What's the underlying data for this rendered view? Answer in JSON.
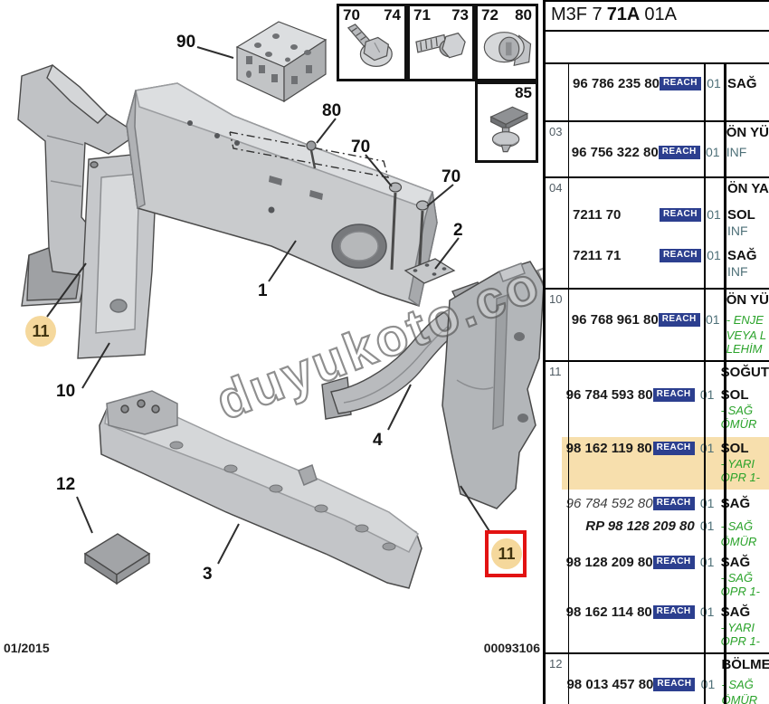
{
  "watermark": {
    "text": "duyukoto.com"
  },
  "footer": {
    "date": "01/2015",
    "doc": "00093106"
  },
  "colors": {
    "highlight_row": "#f7dfad",
    "balloon_yellow": "#f5d89c",
    "red_marker": "#e21212",
    "reach_badge": "#2c3f8f",
    "green_note": "#2ba32b",
    "teal_text": "#4e7078"
  },
  "legend": {
    "boxes": [
      {
        "tl": "70",
        "tr": "74",
        "icon": "bolt-washer"
      },
      {
        "tl": "71",
        "tr": "73",
        "icon": "hex-bolt"
      },
      {
        "tl": "72",
        "tr": "80",
        "icon": "grommet-clip"
      },
      {
        "tl": "",
        "tr": "85",
        "icon": "push-clip"
      }
    ]
  },
  "diagram": {
    "callouts": {
      "c90": "90",
      "c80": "80",
      "c70a": "70",
      "c70b": "70",
      "c2": "2",
      "c1": "1",
      "c11_left": "11",
      "c10": "10",
      "c4": "4",
      "c12": "12",
      "c3": "3",
      "c11_right": "11"
    }
  },
  "table": {
    "header_code": {
      "prefix": "M3F 7",
      "bold": "71A",
      "suffix": "01A"
    },
    "reach_label": "REACH",
    "rows": [
      {
        "num": "",
        "title": "",
        "items": [
          {
            "part": "96 786 235 80",
            "reach": true,
            "qty": "01",
            "desc": [
              {
                "t": "SAĞ",
                "s": "b"
              }
            ]
          }
        ]
      },
      {
        "num": "03",
        "title": "ÖN YÜ",
        "items": [
          {
            "part": "96 756 322 80",
            "reach": true,
            "qty": "01",
            "desc": [
              {
                "t": "INF",
                "s": "t"
              }
            ]
          }
        ]
      },
      {
        "num": "04",
        "title": "ÖN YA",
        "items": [
          {
            "part": "7211 70",
            "reach": true,
            "qty": "01",
            "desc": [
              {
                "t": "SOL",
                "s": "b"
              },
              {
                "t": "INF",
                "s": "t"
              }
            ]
          },
          {
            "part": "7211 71",
            "reach": true,
            "qty": "01",
            "desc": [
              {
                "t": "SAĞ",
                "s": "b"
              },
              {
                "t": "INF",
                "s": "t"
              }
            ]
          }
        ]
      },
      {
        "num": "10",
        "title": "ÖN YÜ",
        "items": [
          {
            "part": "96 768 961 80",
            "reach": true,
            "qty": "01",
            "desc": [
              {
                "t": "- ENJE",
                "s": "g"
              },
              {
                "t": "VEYA L",
                "s": "g"
              },
              {
                "t": "LEHİM",
                "s": "g"
              }
            ]
          }
        ]
      },
      {
        "num": "11",
        "title": "SOĞUT",
        "items": [
          {
            "part": "96 784 593 80",
            "reach": true,
            "qty": "01",
            "desc": [
              {
                "t": "SOL",
                "s": "b"
              },
              {
                "t": "- SAĞ",
                "s": "g"
              },
              {
                "t": "ÖMÜR",
                "s": "g"
              }
            ]
          },
          {
            "part": "98 162 119 80",
            "reach": true,
            "qty": "01",
            "highlight": true,
            "desc": [
              {
                "t": "SOL",
                "s": "b"
              },
              {
                "t": "- YARI",
                "s": "g"
              },
              {
                "t": "OPR 1-",
                "s": "g"
              }
            ]
          },
          {
            "part": "96 784 592 80",
            "style": "ital",
            "reach": true,
            "qty": "01",
            "desc": [
              {
                "t": "SAĞ",
                "s": "b"
              }
            ]
          },
          {
            "part": "RP 98 128 209 80",
            "style": "bold-ital",
            "reach": false,
            "qty": "01",
            "desc": [
              {
                "t": "- SAĞ",
                "s": "g"
              },
              {
                "t": "ÖMÜR",
                "s": "g"
              }
            ]
          },
          {
            "part": "98 128 209 80",
            "reach": true,
            "qty": "01",
            "desc": [
              {
                "t": "SAĞ",
                "s": "b"
              },
              {
                "t": "- SAĞ",
                "s": "g"
              },
              {
                "t": "OPR 1-",
                "s": "g"
              }
            ]
          },
          {
            "part": "98 162 114 80",
            "reach": true,
            "qty": "01",
            "desc": [
              {
                "t": "SAĞ",
                "s": "b"
              },
              {
                "t": "- YARI",
                "s": "g"
              },
              {
                "t": "OPR 1-",
                "s": "g"
              }
            ]
          }
        ]
      },
      {
        "num": "12",
        "title": "BÖLME",
        "items": [
          {
            "part": "98 013 457 80",
            "reach": true,
            "qty": "01",
            "desc": [
              {
                "t": "- SAĞ",
                "s": "g"
              },
              {
                "t": "ÖMÜR",
                "s": "g"
              }
            ]
          }
        ]
      }
    ]
  }
}
